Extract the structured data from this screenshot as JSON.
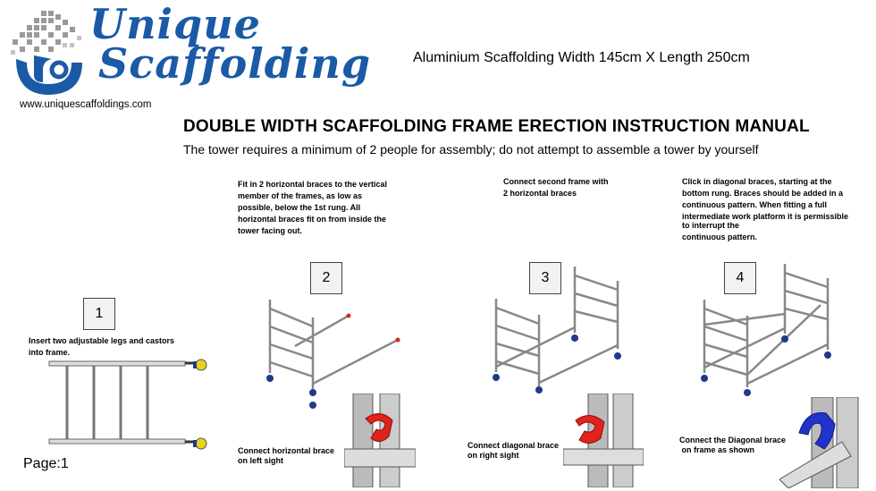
{
  "brand": {
    "line1": "Unique",
    "line2": "Scaffolding",
    "url": "www.uniquescaffoldings.com"
  },
  "spec": "Aluminium Scaffolding  Width 145cm X Length 250cm",
  "manual_title": "DOUBLE WIDTH SCAFFOLDING FRAME ERECTION INSTRUCTION MANUAL",
  "warning": "The tower requires a minimum of 2 people for assembly; do not attempt to assemble a tower by yourself",
  "steps": [
    {
      "number": "1",
      "text": [
        "Insert two adjustable legs and castors",
        "into frame."
      ]
    },
    {
      "number": "2",
      "text": [
        "Fit in 2 horizontal braces to the vertical",
        "member of the frames, as low as",
        "possible, below the 1st rung. All",
        "horizontal braces fit on from inside the",
        "tower facing out."
      ],
      "caption": [
        "Connect horizontal brace",
        "on left  sight"
      ]
    },
    {
      "number": "3",
      "text": [
        "Connect second frame with",
        "2 horizontal braces"
      ],
      "caption": [
        "Connect diagonal brace",
        "on right sight"
      ]
    },
    {
      "number": "4",
      "text": [
        "Click in diagonal braces, starting at the",
        "bottom rung. Braces should be added in a",
        "continuous pattern. When fitting a full",
        "intermediate work platform it is permissible",
        "to interrupt the",
        "continuous pattern."
      ],
      "caption": [
        "Connect the Diagonal brace",
        " on frame as shown"
      ]
    }
  ],
  "page": "Page:1",
  "colors": {
    "brand_blue": "#1b5aa6",
    "clamp_red": "#e0231c",
    "clamp_blue": "#2233cc",
    "caster_blue": "#1f3a8a",
    "caster_yellow": "#e8d21a"
  },
  "icons": [
    "logo-mark",
    "frame-diagram",
    "tower-diagram",
    "clamp-detail"
  ]
}
